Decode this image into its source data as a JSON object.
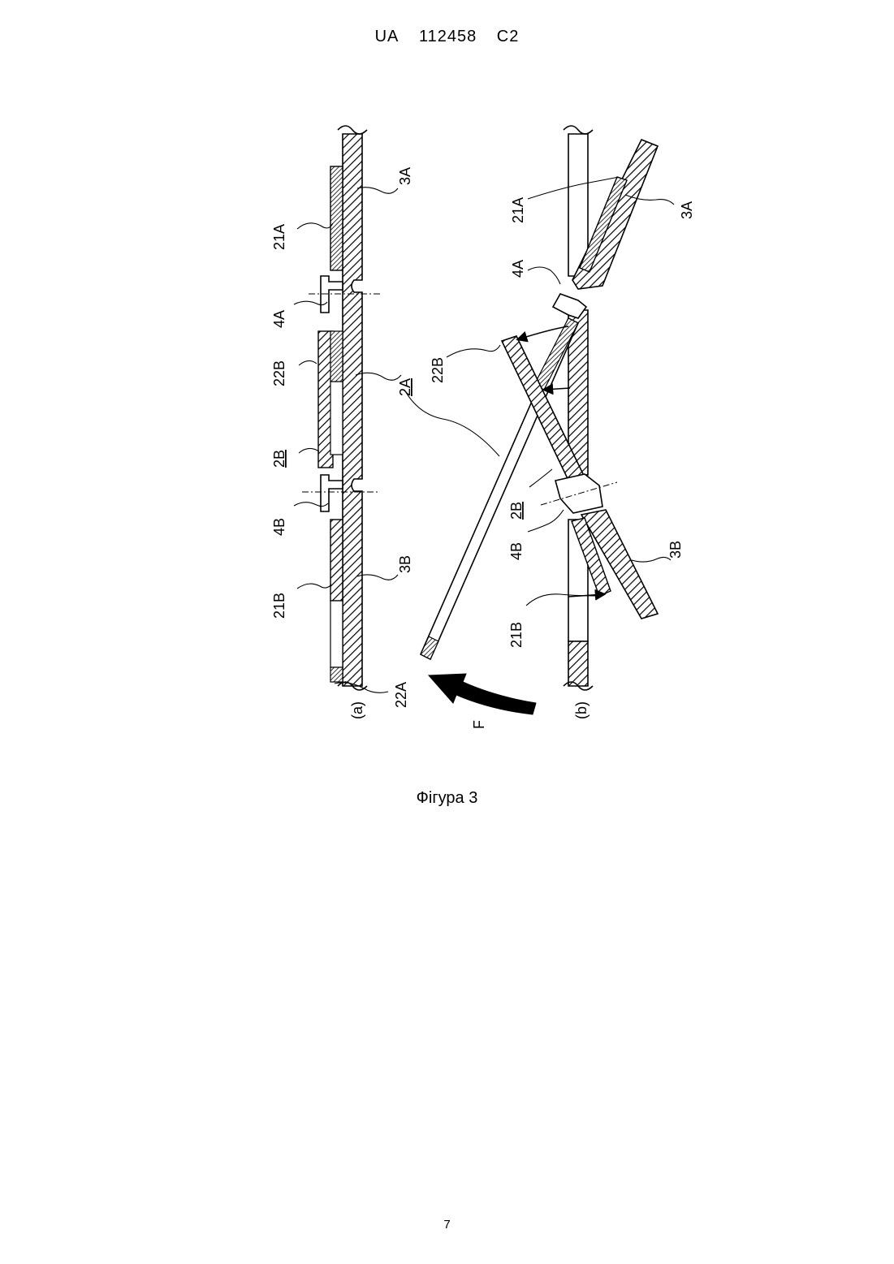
{
  "header": {
    "country": "UA",
    "number": "112458",
    "kind": "C2"
  },
  "figure": {
    "caption": "Фігура 3",
    "panel_labels": {
      "a": "(a)",
      "b": "(b)"
    },
    "force_label": "F",
    "labels": {
      "21A": "21A",
      "3A": "3A",
      "4A": "4A",
      "22B": "22B",
      "2A": "2A",
      "2B": "2B",
      "4B": "4B",
      "21B": "21B",
      "3B": "3B",
      "22A": "22A"
    }
  },
  "page_number": "7"
}
